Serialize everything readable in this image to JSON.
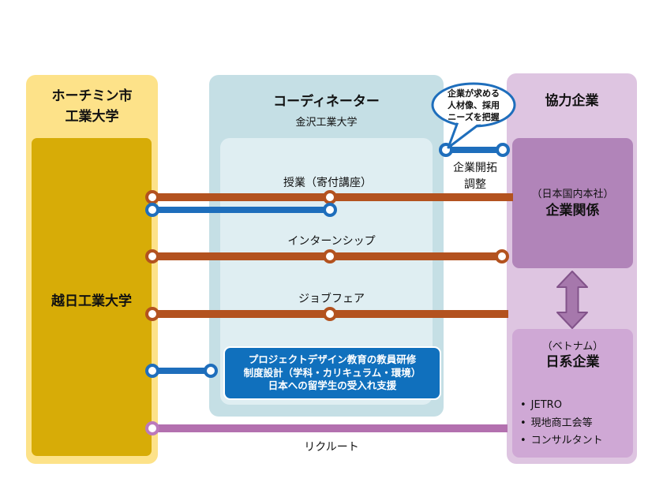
{
  "left_panel": {
    "title_line1": "ホーチミン市",
    "title_line2": "工業大学",
    "university": "越日工業大学"
  },
  "coordinator_panel": {
    "title": "コーディネーター",
    "subtitle": "金沢工業大学",
    "program_line1": "プロジェクトデザイン教育の教員研修",
    "program_line2": "制度設計（学科・カリキュラム・環境）",
    "program_line3": "日本への留学生の受入れ支援"
  },
  "partner_panel": {
    "title": "協力企業",
    "japan_hq_subtitle": "（日本国内本社）",
    "japan_hq_title": "企業関係",
    "vietnam_subtitle": "（ベトナム）",
    "vietnam_title": "日系企業",
    "bullet_glyph": "•",
    "bullets": [
      "JETRO",
      "現地商工会等",
      "コンサルタント"
    ]
  },
  "connections": {
    "lecture_label": "授業（寄付講座）",
    "internship_label": "インターンシップ",
    "jobfair_label": "ジョブフェア",
    "recruit_label": "リクルート",
    "development_label_line1": "企業開拓",
    "development_label_line2": "調整"
  },
  "speech_bubble": {
    "line1": "企業が求める",
    "line2": "人材像、採用",
    "line3": "ニーズを把握"
  },
  "colors": {
    "gold": "#d7ac07",
    "light_yellow": "#fde289",
    "teal_outer": "#c5dfe5",
    "teal_inner": "#dfeef2",
    "program_blue": "#1070bd",
    "line_blue": "#1e6ebc",
    "line_brown": "#b3521f",
    "line_purple": "#b370af",
    "lavender": "#dec5e1",
    "mauve": "#b184b9",
    "vietnam_purple": "#cfa8d5"
  }
}
